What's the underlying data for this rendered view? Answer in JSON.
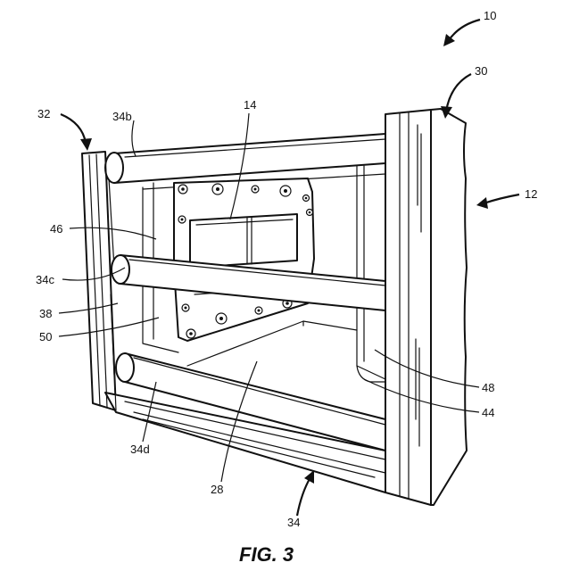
{
  "figure": {
    "caption": "FIG. 3"
  },
  "labels": {
    "ref_10": "10",
    "ref_30": "30",
    "ref_32": "32",
    "ref_34b": "34b",
    "ref_14": "14",
    "ref_12": "12",
    "ref_46": "46",
    "ref_34c": "34c",
    "ref_38": "38",
    "ref_50": "50",
    "ref_48": "48",
    "ref_44": "44",
    "ref_34d": "34d",
    "ref_28": "28",
    "ref_34": "34"
  }
}
